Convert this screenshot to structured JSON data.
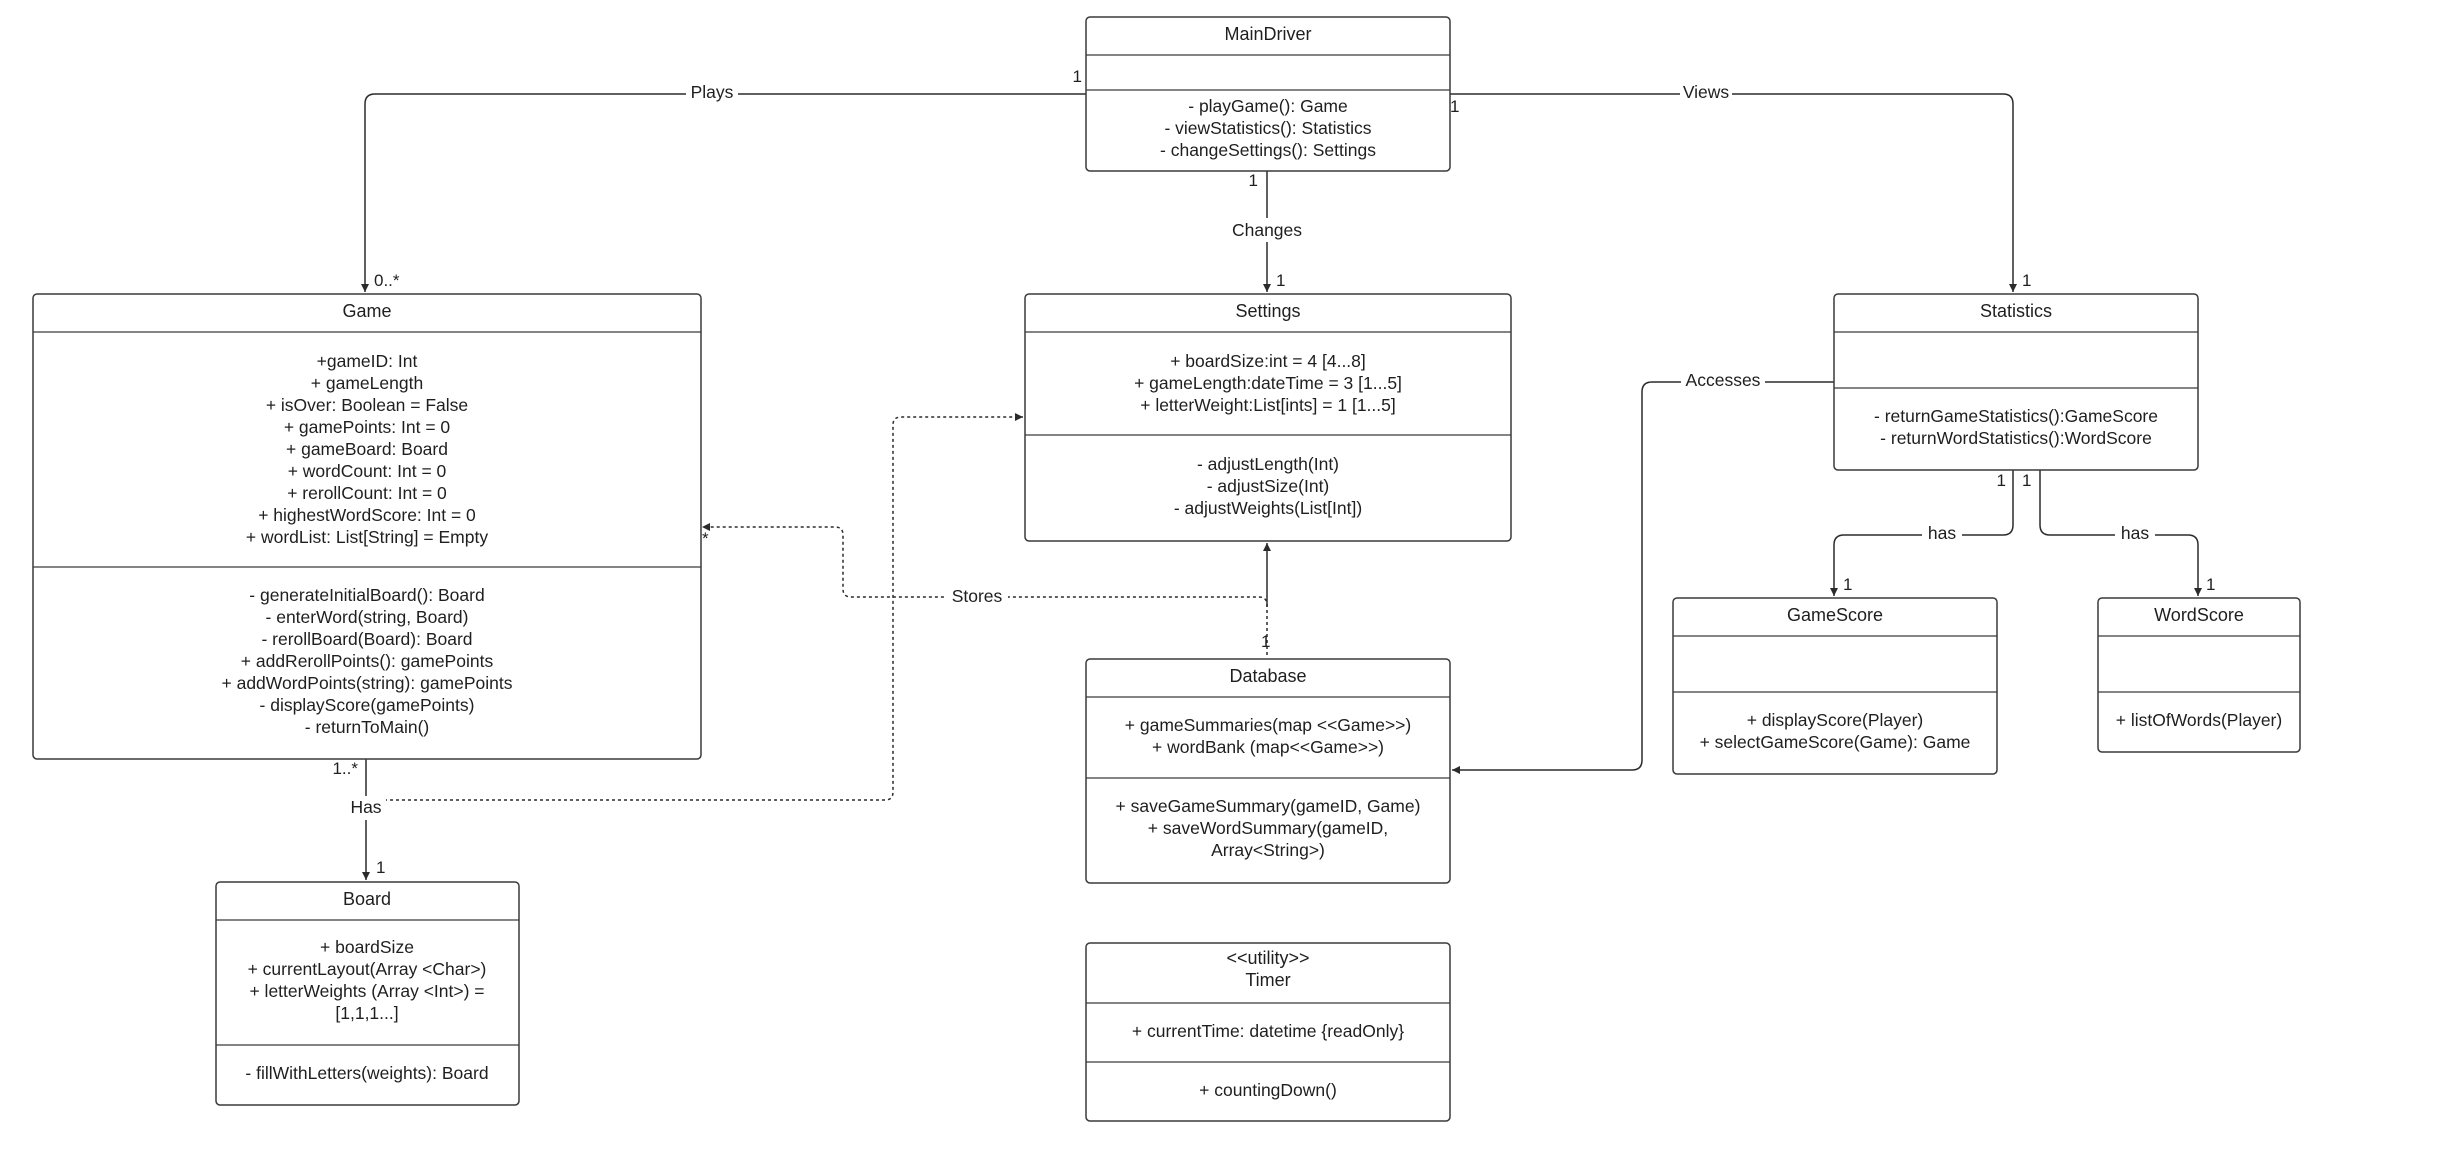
{
  "classes": {
    "main_driver": {
      "name": "MainDriver",
      "attributes": [],
      "methods": [
        "- playGame(): Game",
        "- viewStatistics(): Statistics",
        "- changeSettings(): Settings"
      ]
    },
    "game": {
      "name": "Game",
      "attributes": [
        "+gameID: Int",
        "+ gameLength",
        "+ isOver: Boolean = False",
        "+ gamePoints: Int = 0",
        "+ gameBoard: Board",
        "+ wordCount: Int = 0",
        "+ rerollCount: Int = 0",
        "+ highestWordScore: Int = 0",
        "+ wordList: List[String] = Empty"
      ],
      "methods": [
        "- generateInitialBoard(): Board",
        "- enterWord(string, Board)",
        "- rerollBoard(Board): Board",
        "+ addRerollPoints(): gamePoints",
        "+ addWordPoints(string): gamePoints",
        "- displayScore(gamePoints)",
        "- returnToMain()"
      ]
    },
    "settings": {
      "name": "Settings",
      "attributes": [
        "+ boardSize:int = 4 [4...8]",
        "+ gameLength:dateTime = 3 [1...5]",
        "+ letterWeight:List[ints] = 1 [1...5]"
      ],
      "methods": [
        "- adjustLength(Int)",
        "- adjustSize(Int)",
        "- adjustWeights(List[Int])"
      ]
    },
    "statistics": {
      "name": "Statistics",
      "attributes": [],
      "methods": [
        "- returnGameStatistics():GameScore",
        "- returnWordStatistics():WordScore"
      ]
    },
    "database": {
      "name": "Database",
      "attributes": [
        "+ gameSummaries(map <<Game>>)",
        "+ wordBank (map<<Game>>)"
      ],
      "methods": [
        "+ saveGameSummary(gameID, Game)",
        "+ saveWordSummary(gameID,",
        "Array<String>)"
      ]
    },
    "game_score": {
      "name": "GameScore",
      "attributes": [],
      "methods": [
        "+ displayScore(Player)",
        "+ selectGameScore(Game): Game"
      ]
    },
    "word_score": {
      "name": "WordScore",
      "attributes": [],
      "methods": [
        "+ listOfWords(Player)"
      ]
    },
    "board": {
      "name": "Board",
      "attributes": [
        "+ boardSize",
        "+ currentLayout(Array <Char>)",
        "+ letterWeights (Array <Int>) =",
        "[1,1,1...]"
      ],
      "methods": [
        "- fillWithLetters(weights): Board"
      ]
    },
    "timer": {
      "stereotype": "<<utility>>",
      "name": "Timer",
      "attributes": [
        "+ currentTime: datetime {readOnly}"
      ],
      "methods": [
        "+ countingDown()"
      ]
    }
  },
  "relationships": {
    "plays": {
      "label": "Plays",
      "from_mult": "1",
      "to_mult": "0..*"
    },
    "views": {
      "label": "Views",
      "from_mult": "1",
      "to_mult": "1"
    },
    "changes": {
      "label": "Changes",
      "from_mult": "1",
      "to_mult": "1"
    },
    "accesses": {
      "label": "Accesses"
    },
    "stores": {
      "label": "Stores",
      "from_mult": "1",
      "to_mult": "*"
    },
    "has_board": {
      "label": "Has",
      "from_mult": "1..*",
      "to_mult": "1"
    },
    "has_game_score": {
      "label": "has",
      "from_mult": "1",
      "to_mult": "1"
    },
    "has_word_score": {
      "label": "has",
      "from_mult": "1",
      "to_mult": "1"
    }
  }
}
